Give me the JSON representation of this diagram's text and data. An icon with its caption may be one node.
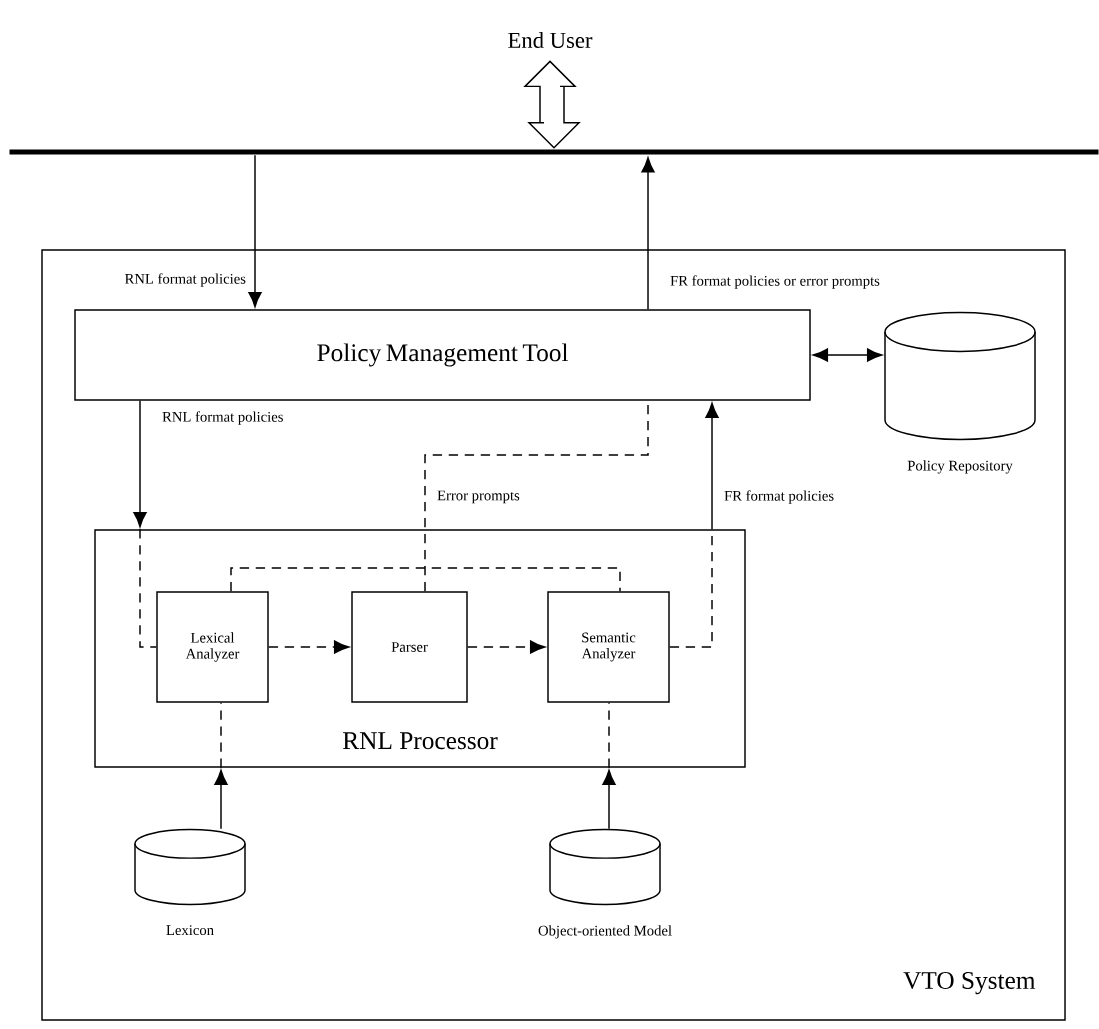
{
  "diagram": {
    "nodes": [
      {
        "text": [
          "End User"
        ]
      },
      {
        "text": [],
        "shape": "bar"
      },
      {
        "text": [
          "VTO System"
        ]
      },
      {
        "text": [
          "Policy Management Tool"
        ],
        "in": 2
      },
      {
        "text": [
          "Policy Repository"
        ],
        "in": 2
      },
      {
        "text": [
          "RNL Processor"
        ],
        "in": 2
      },
      {
        "text": [
          "Lexical Analyzer"
        ],
        "in": 5
      },
      {
        "text": [
          "Parser"
        ],
        "in": 5
      },
      {
        "text": [
          "Semantic Analyzer"
        ],
        "in": 5
      },
      {
        "text": [
          "Lexicon"
        ],
        "in": 2
      },
      {
        "text": [
          "Object-oriented Model"
        ],
        "in": 2
      }
    ],
    "edges": [
      {
        "from": 0,
        "to": 1,
        "arrow": "both",
        "style": "thick"
      },
      {
        "from": 1,
        "to": 3,
        "arrow": "to",
        "label": "RNL format policies"
      },
      {
        "from": 3,
        "to": 1,
        "arrow": "to",
        "label": "FR format policies or error prompts"
      },
      {
        "from": 7,
        "to": 3,
        "arrow": "none",
        "style": "dashed",
        "label": "Error prompts"
      },
      {
        "from": 3,
        "to": 5,
        "arrow": "to",
        "label": "RNL format policies"
      },
      {
        "from": 5,
        "to": 6,
        "arrow": "none",
        "style": "dashed"
      },
      {
        "from": 8,
        "to": 5,
        "arrow": "none",
        "style": "dashed"
      },
      {
        "from": 5,
        "to": 3,
        "arrow": "to",
        "label": "FR format policies"
      },
      {
        "from": 6,
        "to": 7,
        "arrow": "to",
        "style": "dashed"
      },
      {
        "from": 7,
        "to": 8,
        "arrow": "to",
        "style": "dashed"
      },
      {
        "from": 6,
        "to": 8,
        "arrow": "none",
        "style": "dashed"
      },
      {
        "from": 3,
        "to": 4,
        "arrow": "both"
      },
      {
        "from": 9,
        "to": 5,
        "arrow": "to"
      },
      {
        "from": 5,
        "to": 6,
        "arrow": "none",
        "style": "dashed"
      },
      {
        "from": 10,
        "to": 5,
        "arrow": "to"
      },
      {
        "from": 5,
        "to": 8,
        "arrow": "none",
        "style": "dashed"
      }
    ]
  }
}
